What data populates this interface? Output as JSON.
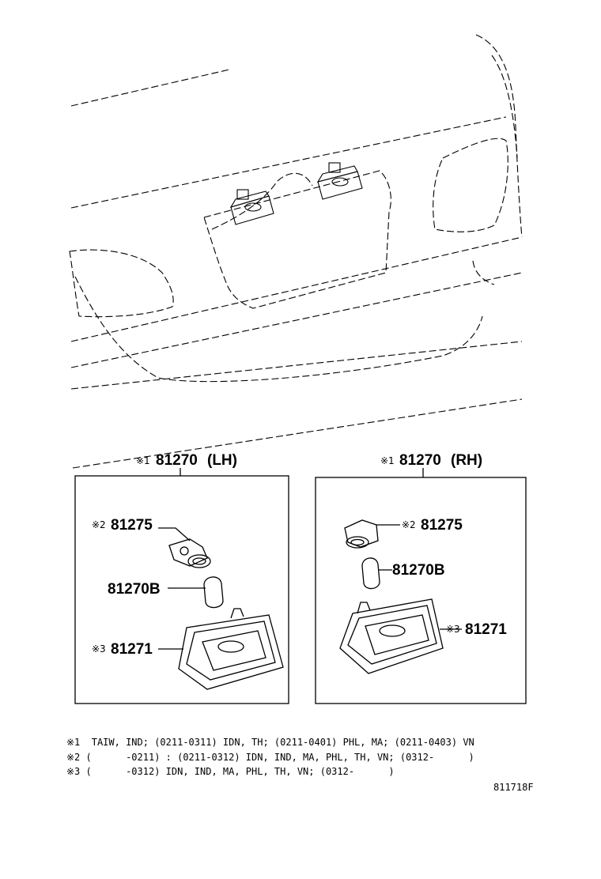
{
  "assemblies": {
    "lh": {
      "mark": "※1",
      "part": "81270",
      "side": "(LH)"
    },
    "rh": {
      "mark": "※1",
      "part": "81270",
      "side": "(RH)"
    }
  },
  "parts": {
    "lh_socket": {
      "mark": "※2",
      "part": "81275"
    },
    "lh_bulb": {
      "part": "81270B"
    },
    "lh_housing": {
      "mark": "※3",
      "part": "81271"
    },
    "rh_socket": {
      "mark": "※2",
      "part": "81275"
    },
    "rh_bulb": {
      "part": "81270B"
    },
    "rh_housing": {
      "mark": "※3",
      "part": "81271"
    }
  },
  "notes": [
    "※1  TAIW, IND; (0211-0311) IDN, TH; (0211-0401) PHL, MA; (0211-0403) VN",
    "※2 (      -0211) : (0211-0312) IDN, IND, MA, PHL, TH, VN; (0312-      )",
    "※3 (      -0312) IDN, IND, MA, PHL, TH, VN; (0312-      )"
  ],
  "illustration_code": "811718F"
}
